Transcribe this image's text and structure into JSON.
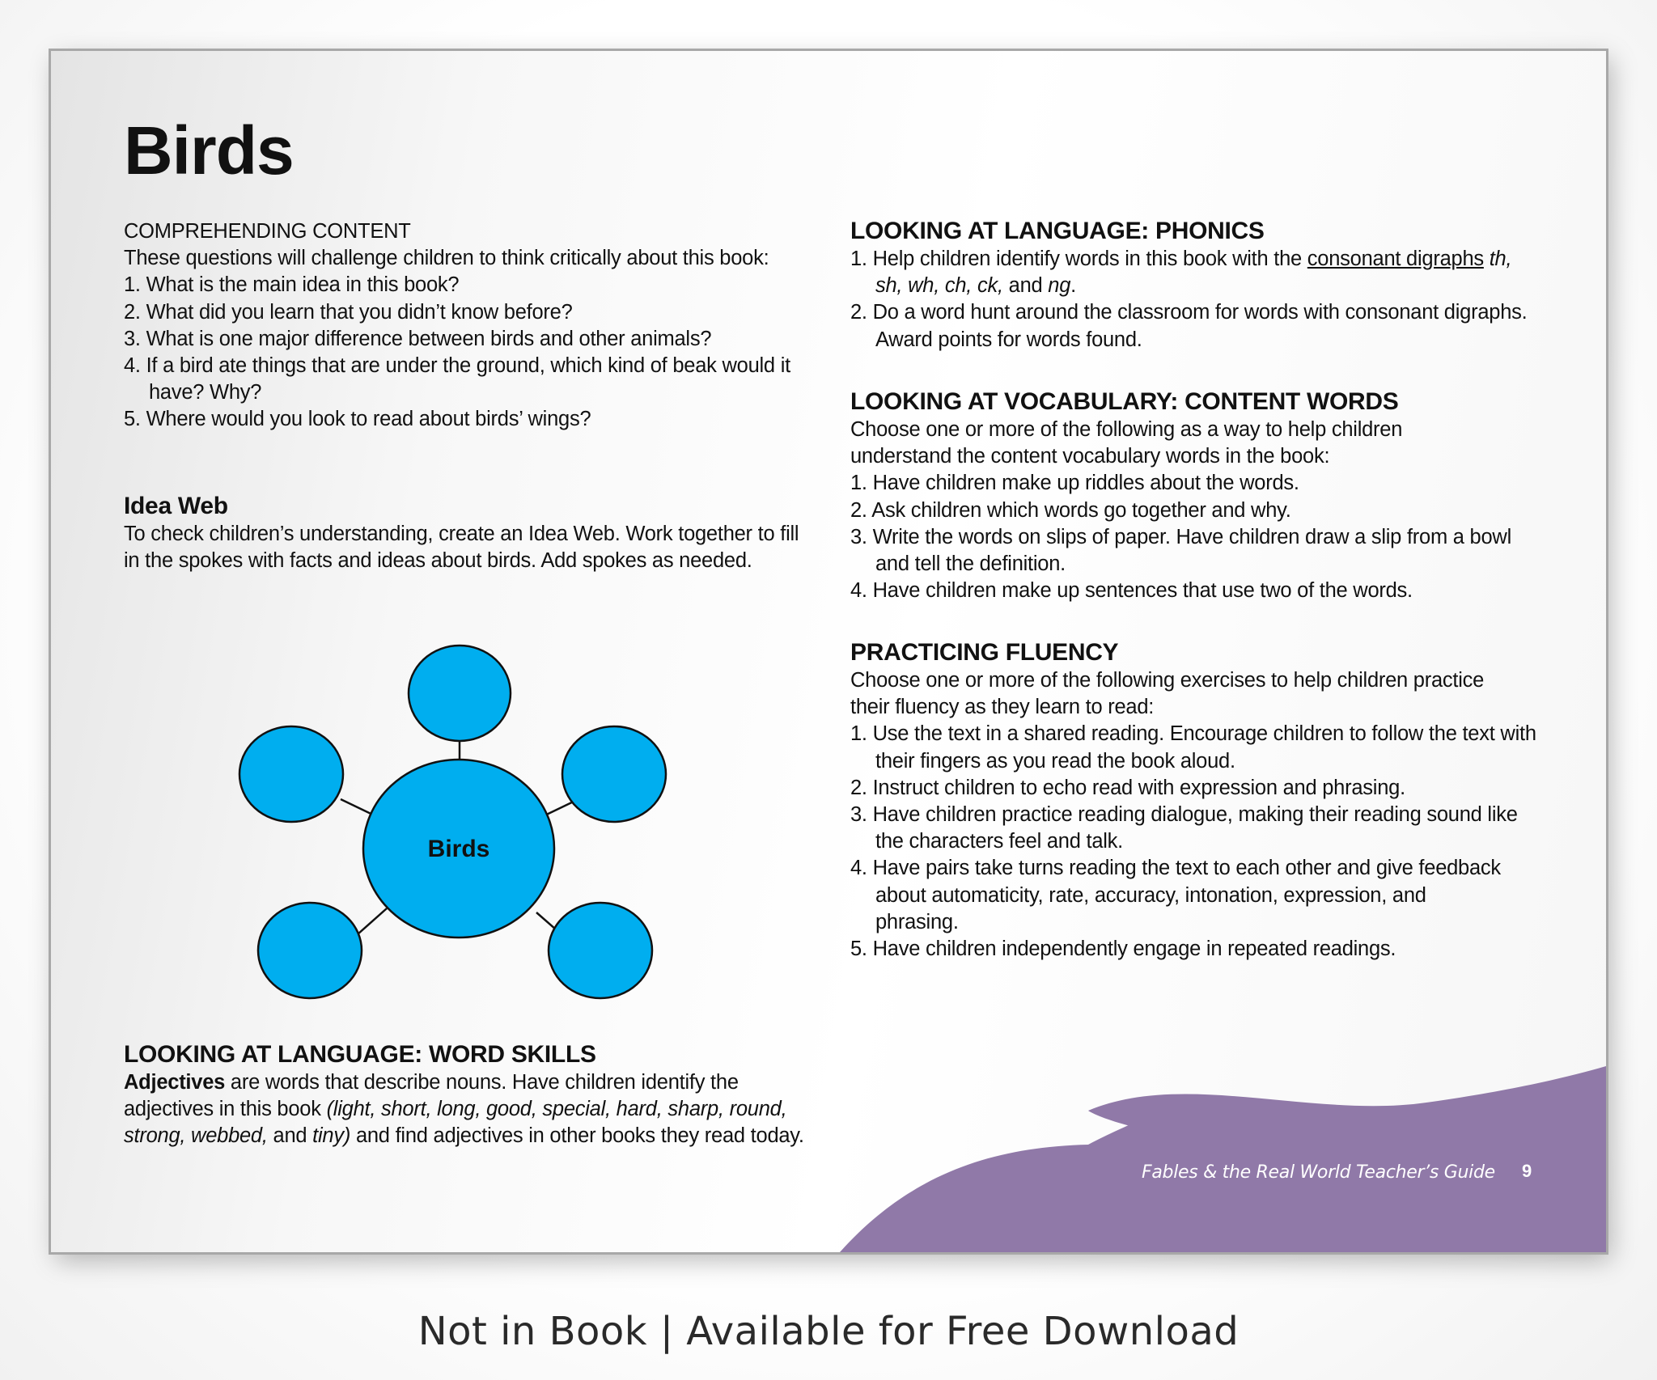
{
  "title": "Birds",
  "comprehending": {
    "heading": "COMPREHENDING CONTENT",
    "intro": "These questions will challenge children to think critically about this book:",
    "items": [
      "1. What is the main idea in this book?",
      "2. What did you learn that you didn’t know before?",
      "3. What is one major difference between birds and other animals?",
      "4. If a bird ate things that are under the ground, which kind of beak would it have? Why?",
      "5. Where would you look to read about birds’ wings?"
    ]
  },
  "idea_web": {
    "heading": "Idea Web",
    "text": "To check children’s understanding, create an Idea Web. Work together to fill in the spokes with facts and ideas about birds. Add spokes as needed.",
    "center_label": "Birds",
    "fill_color": "#00aeef"
  },
  "word_skills": {
    "heading": "LOOKING AT LANGUAGE: WORD SKILLS",
    "bold": "Adjectives",
    "text1": " are words that describe nouns. Have children identify the adjectives in this book ",
    "italic1": "(light, short, long, good, special, hard, sharp, round, strong, webbed,",
    "text2": " and ",
    "italic2": "tiny)",
    "text3": " and find adjectives in other books they read today."
  },
  "phonics": {
    "heading": "LOOKING AT LANGUAGE: PHONICS",
    "item1_a": "1. Help children identify words in this book with the ",
    "item1_link": "consonant digraphs",
    "item1_b": " th, sh, wh, ch, ck,",
    "item1_c": " and ",
    "item1_d": "ng",
    "item1_e": ".",
    "item2": "2. Do a word hunt around the classroom for words with consonant digraphs. Award points for words found."
  },
  "vocabulary": {
    "heading": "LOOKING AT VOCABULARY: CONTENT WORDS",
    "intro": "Choose one or more of the following as a way to help children understand the content vocabulary words in the book:",
    "items": [
      "1. Have children make up riddles about the words.",
      "2. Ask children which words go together and why.",
      "3. Write the words on slips of paper. Have children draw a slip from a bowl and tell the definition.",
      "4. Have children make up sentences that use two of the words."
    ]
  },
  "fluency": {
    "heading": "PRACTICING FLUENCY",
    "intro": "Choose one or more of the following exercises to help children practice their fluency as they learn to read:",
    "items": [
      "1. Use the text in a shared reading. Encourage children to follow the text with their fingers as you read the book aloud.",
      "2. Instruct children to echo read with expression and phrasing.",
      "3. Have children practice reading dialogue, making their reading sound like the characters feel and talk.",
      "4. Have pairs take turns reading the text to each other and give feedback about automaticity, rate, accuracy, intonation, expression, and phrasing.",
      "5. Have children independently engage in repeated readings."
    ]
  },
  "footer": {
    "guide": "Fables & the Real World Teacher’s Guide",
    "page": "9",
    "wave_color": "#9079a8"
  },
  "caption": "Not in Book | Available for Free Download"
}
